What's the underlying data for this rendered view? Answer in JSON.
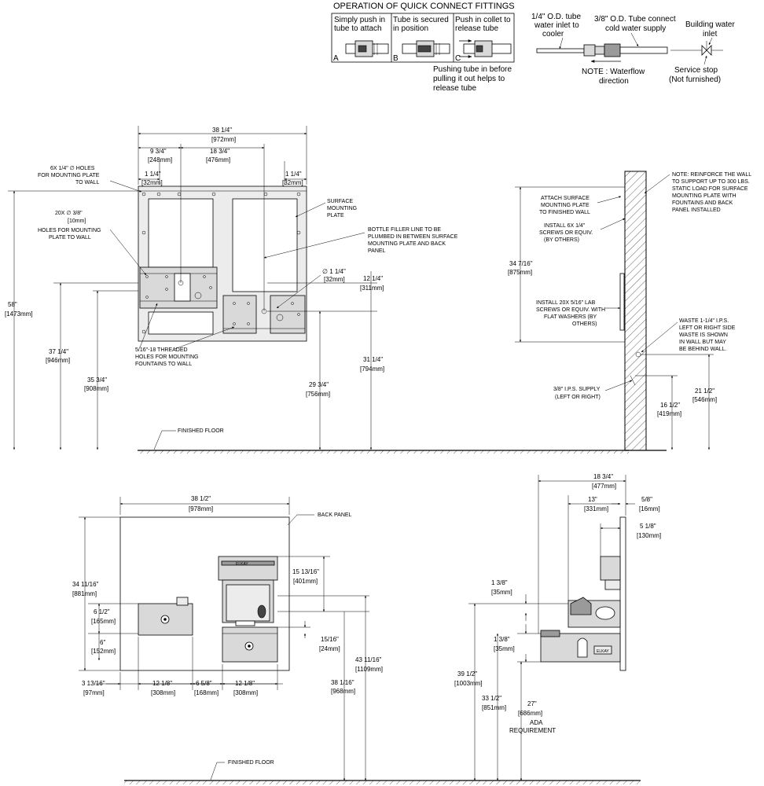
{
  "quick_connect": {
    "title": "OPERATION OF QUICK CONNECT FITTINGS",
    "step_a_l1": "Simply push in",
    "step_a_l2": "tube to attach",
    "step_a_letter": "A",
    "step_b_l1": "Tube is secured",
    "step_b_l2": "in position",
    "step_b_letter": "B",
    "step_c_l1": "Push in collet to",
    "step_c_l2": "release tube",
    "step_c_letter": "C",
    "push_note_l1": "Pushing tube in before",
    "push_note_l2": "pulling it out helps to",
    "push_note_l3": "release tube"
  },
  "inlet": {
    "tube14_l1": "1/4\" O.D. tube",
    "tube14_l2": "water inlet to",
    "tube14_l3": "cooler",
    "tube38_l1": "3/8\" O.D. Tube connect",
    "tube38_l2": "cold water supply",
    "bldg_l1": "Building water",
    "bldg_l2": "inlet",
    "flow_l1": "NOTE : Waterflow",
    "flow_l2": "direction",
    "stop_l1": "Service stop",
    "stop_l2": "(Not furnished)"
  },
  "plate": {
    "w_total": "38 1/4\"",
    "w_total_mm": "[972mm]",
    "w_a": "9 3/4\"",
    "w_a_mm": "[248mm]",
    "w_b": "18 3/4\"",
    "w_b_mm": "[476mm]",
    "w_c": "1 1/4\"",
    "w_c_mm": "[32mm]",
    "w_d": "1 1/4\"",
    "w_d_mm": "[32mm]",
    "holes_l1": "6X 1/4\" ∅ HOLES",
    "holes_l2": "FOR MOUNTING PLATE",
    "holes_l3": "TO WALL",
    "holes20_l1": "20X  ∅ 3/8\"",
    "holes20_l2": "[10mm]",
    "holes20_l3": "HOLES FOR MOUNTING",
    "holes20_l4": "PLATE TO WALL",
    "surface_l1": "SURFACE",
    "surface_l2": "MOUNTING",
    "surface_l3": "PLATE",
    "bottle_l1": "BOTTLE FILLER LINE TO BE",
    "bottle_l2": "PLUMBED IN BETWEEN SURFACE",
    "bottle_l3": "MOUNTING PLATE AND BACK",
    "bottle_l4": "PANEL",
    "dia": "∅ 1 1/4\"",
    "dia_mm": "[32mm]",
    "h12": "12 1/4\"",
    "h12_mm": "[311mm]",
    "threaded_l1": "5/16\"-18 THREADED",
    "threaded_l2": "HOLES FOR MOUNTING",
    "threaded_l3": "FOUNTAINS TO WALL",
    "h58": "58\"",
    "h58_mm": "[1473mm]",
    "h37": "37 1/4\"",
    "h37_mm": "[946mm]",
    "h35": "35 3/4\"",
    "h35_mm": "[908mm]",
    "h29": "29 3/4\"",
    "h29_mm": "[756mm]",
    "h31": "31 1/4\"",
    "h31_mm": "[794mm]",
    "floor": "FINISHED FLOOR"
  },
  "wall": {
    "note_l1": "NOTE: REINFORCE THE WALL",
    "note_l2": "TO SUPPORT UP TO 300 LBS.",
    "note_l3": "STATIC LOAD FOR SURFACE",
    "note_l4": "MOUNTING PLATE WITH",
    "note_l5": "FOUNTAINS AND BACK",
    "note_l6": "PANEL INSTALLED",
    "attach_l1": "ATTACH SURFACE",
    "attach_l2": "MOUNTING PLATE",
    "attach_l3": "TO FINISHED WALL",
    "install6_l1": "INSTALL 6X 1/4\"",
    "install6_l2": "SCREWS OR EQUIV.",
    "install6_l3": "(BY OTHERS)",
    "h34": "34 7/16\"",
    "h34_mm": "[875mm]",
    "install20_l1": "INSTALL 20X 5/16\" LAB",
    "install20_l2": "SCREWS OR EQUIV. WITH",
    "install20_l3": "FLAT WASHERS (BY",
    "install20_l4": "OTHERS)",
    "waste_l1": "WASTE 1-1/4\" I.P.S.",
    "waste_l2": "LEFT OR RIGHT SIDE",
    "waste_l3": "WASTE IS SHOWN",
    "waste_l4": "IN WALL BUT MAY",
    "waste_l5": "BE BEHIND WALL.",
    "supply_l1": "3/8\" I.P.S. SUPPLY",
    "supply_l2": "(LEFT OR RIGHT)",
    "h16": "16 1/2\"",
    "h16_mm": "[419mm]",
    "h21": "21 1/2\"",
    "h21_mm": "[546mm]"
  },
  "front": {
    "w38": "38 1/2\"",
    "w38_mm": "[978mm]",
    "back_panel": "BACK PANEL",
    "h34": "34 11/16\"",
    "h34_mm": "[881mm]",
    "h15": "15 13/16\"",
    "h15_mm": "[401mm]",
    "h6a": "6 1/2\"",
    "h6a_mm": "[165mm]",
    "h6b": "6\"",
    "h6b_mm": "[152mm]",
    "h1516": "15/16\"",
    "h1516_mm": "[24mm]",
    "h43": "43 11/16\"",
    "h43_mm": "[1109mm]",
    "h38": "38 1/16\"",
    "h38_mm": "[968mm]",
    "w3": "3 13/16\"",
    "w3_mm": "[97mm]",
    "w12a": "12 1/8\"",
    "w12a_mm": "[308mm]",
    "w6": "6 5/8\"",
    "w6_mm": "[168mm]",
    "w12b": "12 1/8\"",
    "w12b_mm": "[308mm]",
    "floor": "FINISHED FLOOR",
    "brand": "ELKAY"
  },
  "side": {
    "w18": "18 3/4\"",
    "w18_mm": "[477mm]",
    "w13": "13\"",
    "w13_mm": "[331mm]",
    "w58": "5/8\"",
    "w58_mm": "[16mm]",
    "w5": "5 1/8\"",
    "w5_mm": "[130mm]",
    "h1a": "1 3/8\"",
    "h1a_mm": "[35mm]",
    "h1b": "1 3/8\"",
    "h1b_mm": "[35mm]",
    "h39": "39 1/2\"",
    "h39_mm": "[1003mm]",
    "h33": "33 1/2\"",
    "h33_mm": "[851mm]",
    "h27": "27\"",
    "h27_mm": "[686mm]",
    "ada_l1": "ADA",
    "ada_l2": "REQUIREMENT",
    "brand": "ELKAY"
  }
}
